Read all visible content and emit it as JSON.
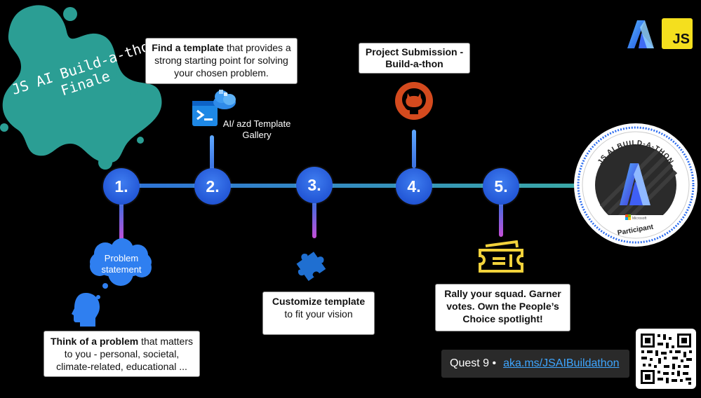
{
  "splash": {
    "line1": "JS AI Build-a-thon",
    "line2": "Finale"
  },
  "steps": [
    {
      "number": "1."
    },
    {
      "number": "2."
    },
    {
      "number": "3."
    },
    {
      "number": "4."
    },
    {
      "number": "5."
    }
  ],
  "callouts": {
    "step1": {
      "bold": "Think of a problem",
      "rest": " that matters to you - personal, societal, climate-related, educational ..."
    },
    "step2": {
      "bold": "Find a template",
      "rest": " that provides a strong starting point for solving your chosen problem."
    },
    "step3": {
      "bold": "Customize template",
      "rest": " to fit your vision"
    },
    "step4": {
      "text": "Project Submission - Build-a-thon"
    },
    "step5": {
      "text": "Rally your squad. Garner votes. Own the People’s Choice spotlight!"
    }
  },
  "cloud": {
    "line1": "Problem",
    "line2": "statement"
  },
  "gallery": {
    "line1": "AI/ azd Template",
    "line2": "Gallery"
  },
  "badge": {
    "top_text": "JS AI BUILD-A-THON",
    "brand_text": "Microsoft",
    "bottom_text": "Participant"
  },
  "logos": {
    "js_text": "JS"
  },
  "footer": {
    "quest": "Quest 9 •",
    "link": "aka.ms/JSAIBuildathon"
  },
  "colors": {
    "splash_teal": "#2b9e94",
    "step_blue": "#2357d6",
    "line_teal": "#3aa8a6",
    "connector_pink": "#c64fd8",
    "github_orange": "#d44a1e",
    "ticket_yellow": "#f2d23b"
  }
}
